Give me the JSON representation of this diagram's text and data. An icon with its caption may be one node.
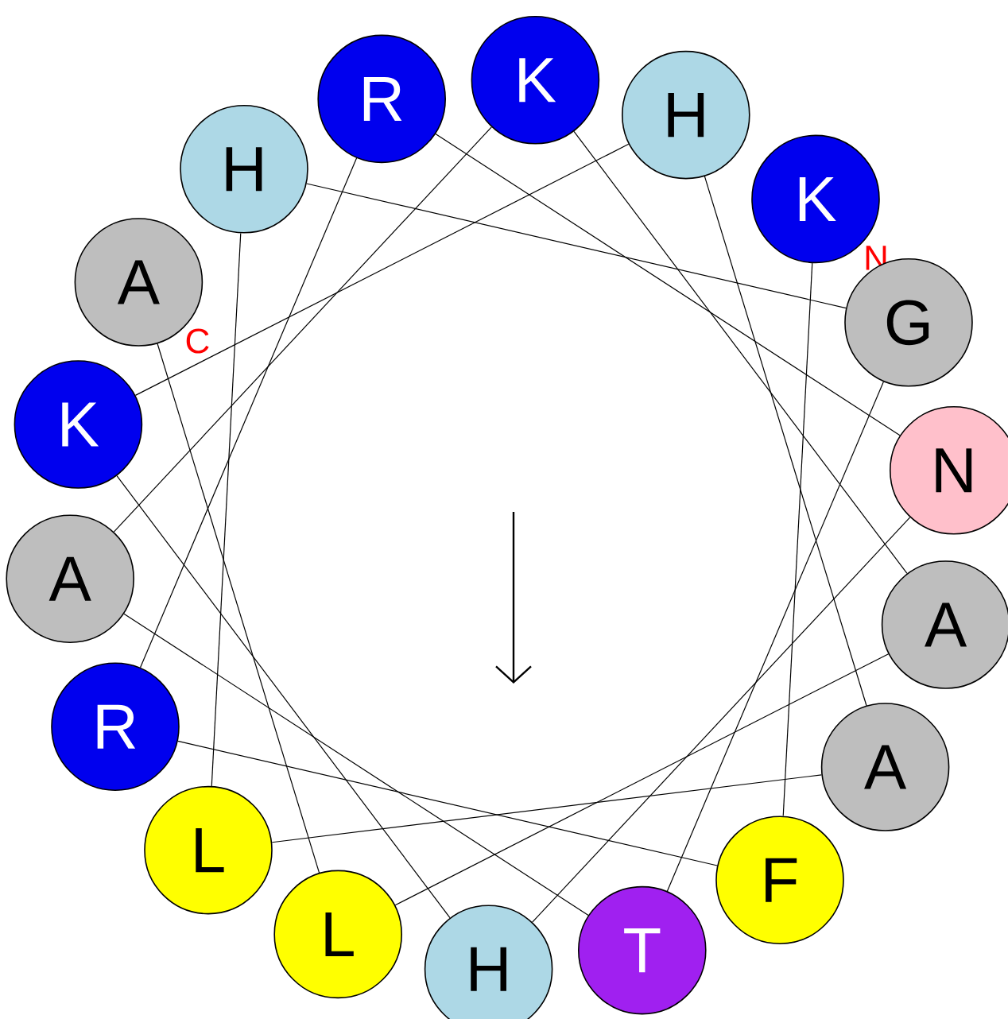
{
  "diagram": {
    "nodes": [
      {
        "text": [
          "K"
        ],
        "beside": [
          "N"
        ]
      },
      {
        "text": [
          "F"
        ]
      },
      {
        "text": [
          "R"
        ]
      },
      {
        "text": [
          "R"
        ]
      },
      {
        "text": [
          "N"
        ]
      },
      {
        "text": [
          "H"
        ]
      },
      {
        "text": [
          "K"
        ]
      },
      {
        "text": [
          "H"
        ]
      },
      {
        "text": [
          "A"
        ]
      },
      {
        "text": [
          "L"
        ]
      },
      {
        "text": [
          "H"
        ]
      },
      {
        "text": [
          "G"
        ]
      },
      {
        "text": [
          "T"
        ]
      },
      {
        "text": [
          "A"
        ]
      },
      {
        "text": [
          "K"
        ]
      },
      {
        "text": [
          "A"
        ]
      },
      {
        "text": [
          "L"
        ]
      },
      {
        "text": [
          "A",
          "C"
        ]
      }
    ],
    "edges": [
      {
        "from": 0,
        "to": 1,
        "arrow": "none"
      },
      {
        "from": 1,
        "to": 2,
        "arrow": "none"
      },
      {
        "from": 2,
        "to": 3,
        "arrow": "none"
      },
      {
        "from": 3,
        "to": 4,
        "arrow": "none"
      },
      {
        "from": 4,
        "to": 5,
        "arrow": "none"
      },
      {
        "from": 5,
        "to": 6,
        "arrow": "none"
      },
      {
        "from": 6,
        "to": 7,
        "arrow": "none"
      },
      {
        "from": 7,
        "to": 8,
        "arrow": "none"
      },
      {
        "from": 8,
        "to": 9,
        "arrow": "none"
      },
      {
        "from": 9,
        "to": 10,
        "arrow": "none"
      },
      {
        "from": 10,
        "to": 11,
        "arrow": "none"
      },
      {
        "from": 11,
        "to": 12,
        "arrow": "none"
      },
      {
        "from": 12,
        "to": 13,
        "arrow": "none"
      },
      {
        "from": 13,
        "to": 14,
        "arrow": "none"
      },
      {
        "from": 14,
        "to": 15,
        "arrow": "none"
      },
      {
        "from": 15,
        "to": 16,
        "arrow": "none"
      },
      {
        "from": 16,
        "to": 17,
        "arrow": "none"
      }
    ]
  }
}
